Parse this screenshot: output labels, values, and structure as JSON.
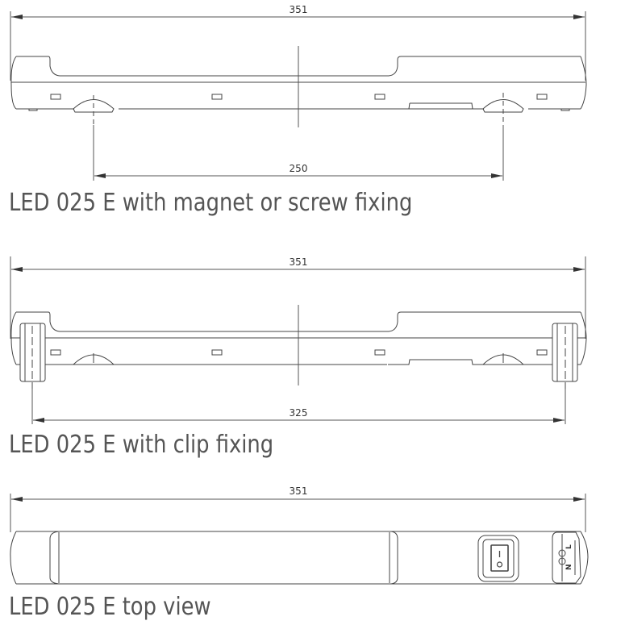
{
  "views": [
    {
      "id": "side-magnet",
      "caption": "LED 025 E with magnet or screw fixing",
      "dimensions": {
        "overall_length": "351",
        "fixing_spacing": "250"
      },
      "fixing_type": "magnet or screw"
    },
    {
      "id": "side-clip",
      "caption": "LED 025 E with clip fixing",
      "dimensions": {
        "overall_length": "351",
        "fixing_spacing": "325"
      },
      "fixing_type": "clip"
    },
    {
      "id": "top",
      "caption": "LED 025 E top view",
      "dimensions": {
        "overall_length": "351"
      },
      "switch_labels": {
        "on": "I",
        "off": "O"
      },
      "terminal_labels": {
        "line": "L",
        "neutral": "N"
      }
    }
  ],
  "colors": {
    "line": "#444444",
    "caption": "#555555",
    "background": "#ffffff"
  }
}
